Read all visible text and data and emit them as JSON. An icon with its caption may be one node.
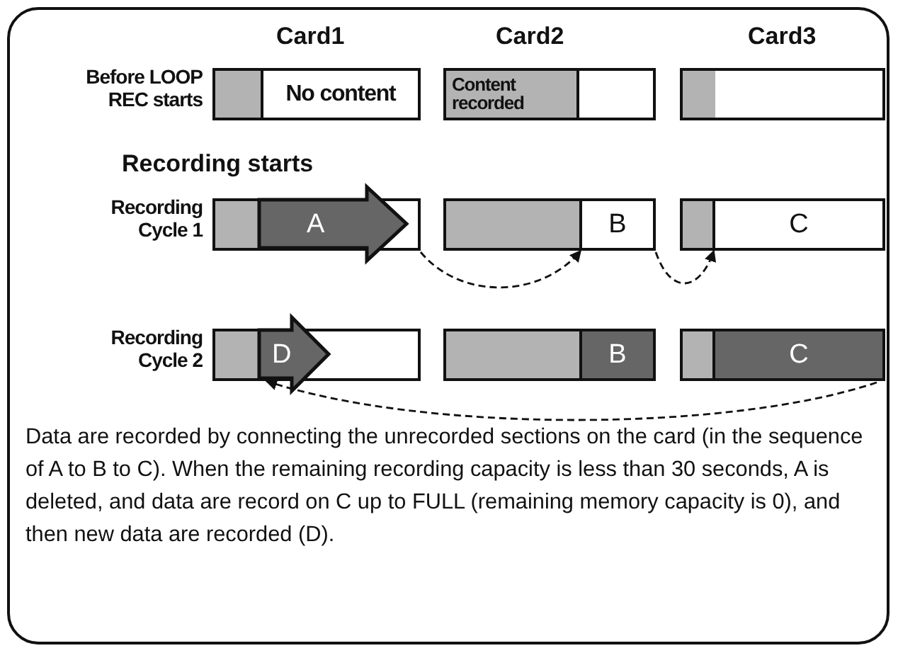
{
  "diagram": {
    "nodes": [
      {
        "text": [],
        "shape": "bar"
      },
      {
        "text": [
          "No content"
        ],
        "in": 0
      },
      {
        "text": [],
        "shape": "bar"
      },
      {
        "text": [
          "Content recorded"
        ],
        "in": 2
      },
      {
        "text": [],
        "shape": "bar"
      },
      {
        "text": [],
        "shape": "bar"
      },
      {
        "text": [
          "A"
        ],
        "in": 5
      },
      {
        "text": [],
        "shape": "bar"
      },
      {
        "text": [
          "B"
        ],
        "in": 7
      },
      {
        "text": [],
        "shape": "bar"
      },
      {
        "text": [
          "C"
        ],
        "in": 9
      },
      {
        "text": [],
        "shape": "bar"
      },
      {
        "text": [
          "D"
        ],
        "in": 11
      },
      {
        "text": [],
        "shape": "bar"
      },
      {
        "text": [
          "B"
        ],
        "in": 13
      },
      {
        "text": [],
        "shape": "bar"
      },
      {
        "text": [
          "C"
        ],
        "in": 15
      }
    ],
    "edges": [
      {
        "from": 5,
        "to": 8,
        "arrow": "to",
        "style": "dashed"
      },
      {
        "from": 7,
        "to": 10,
        "arrow": "to",
        "style": "dashed"
      },
      {
        "from": 15,
        "to": 12,
        "arrow": "to",
        "style": "dashed"
      }
    ],
    "labels": [
      "Card1",
      "Card2",
      "Card3",
      "Before LOOP REC starts",
      "Recording starts",
      "Recording Cycle 1",
      "Recording Cycle 2",
      "Data are recorded by connecting the unrecorded sections on the card (in the sequence of A to B to C). When the remaining recording capacity is less than 30 seconds, A is deleted, and data are record on C up to FULL (remaining memory capacity is 0), and then new data are recorded (D)."
    ]
  }
}
